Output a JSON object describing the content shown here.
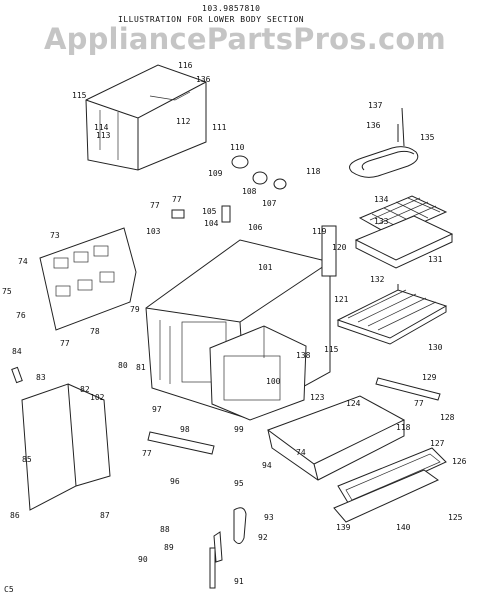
{
  "header": {
    "model_number": "103.9857810",
    "subtitle": "ILLUSTRATION FOR LOWER BODY SECTION"
  },
  "watermark": "AppliancePartsPros.com",
  "footer_code": "C5",
  "callouts": [
    "116",
    "136",
    "115",
    "114",
    "113",
    "112",
    "111",
    "110",
    "109",
    "108",
    "107",
    "118",
    "137",
    "136",
    "135",
    "134",
    "133",
    "119",
    "120",
    "77",
    "105",
    "77",
    "104",
    "103",
    "106",
    "73",
    "74",
    "75",
    "76",
    "79",
    "78",
    "77",
    "80",
    "81",
    "101",
    "121",
    "131",
    "132",
    "130",
    "138",
    "115",
    "100",
    "84",
    "83",
    "82",
    "102",
    "97",
    "98",
    "123",
    "124",
    "129",
    "77",
    "128",
    "99",
    "118",
    "127",
    "126",
    "85",
    "74",
    "94",
    "96",
    "77",
    "95",
    "125",
    "86",
    "87",
    "88",
    "93",
    "89",
    "92",
    "90",
    "140",
    "139",
    "91"
  ]
}
